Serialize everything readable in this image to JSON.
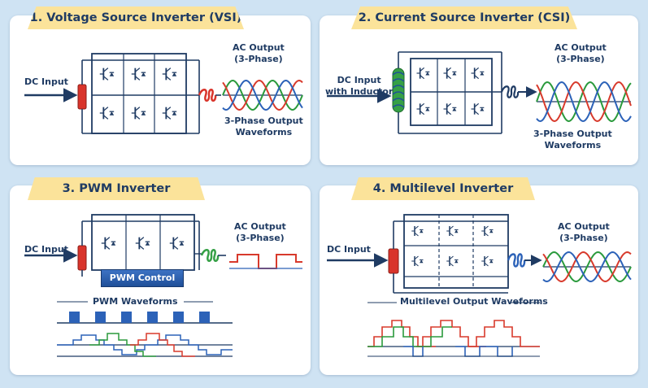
{
  "colors": {
    "background": "#cfe3f3",
    "banner": "#fbe39a",
    "wire": "#1f3b63",
    "phase_red": "#d83a2c",
    "phase_green": "#2a9a3c",
    "phase_blue": "#2c62b8",
    "capacitor": "#d9342b",
    "inductor_green": "#35a046",
    "pwm_blue": "#2b62b8"
  },
  "panels": [
    {
      "title": "1. Voltage Source Inverter (VSI)",
      "input": "DC Input",
      "output": "AC Output\n(3-Phase)",
      "caption": "3-Phase Output\nWaveforms"
    },
    {
      "title": "2. Current Source Inverter (CSI)",
      "input": "DC Input\nwith Inductor",
      "output": "AC Output\n(3-Phase)",
      "caption": "3-Phase Output\nWaveforms"
    },
    {
      "title": "3. PWM Inverter",
      "input": "DC Input",
      "output": "AC Output\n(3-Phase)",
      "control": "PWM Control",
      "caption": "PWM Waveforms"
    },
    {
      "title": "4. Multilevel Inverter",
      "input": "DC Input",
      "output": "AC Output\n(3-Phase)",
      "caption": "Multilevel Output Waveforms"
    }
  ]
}
